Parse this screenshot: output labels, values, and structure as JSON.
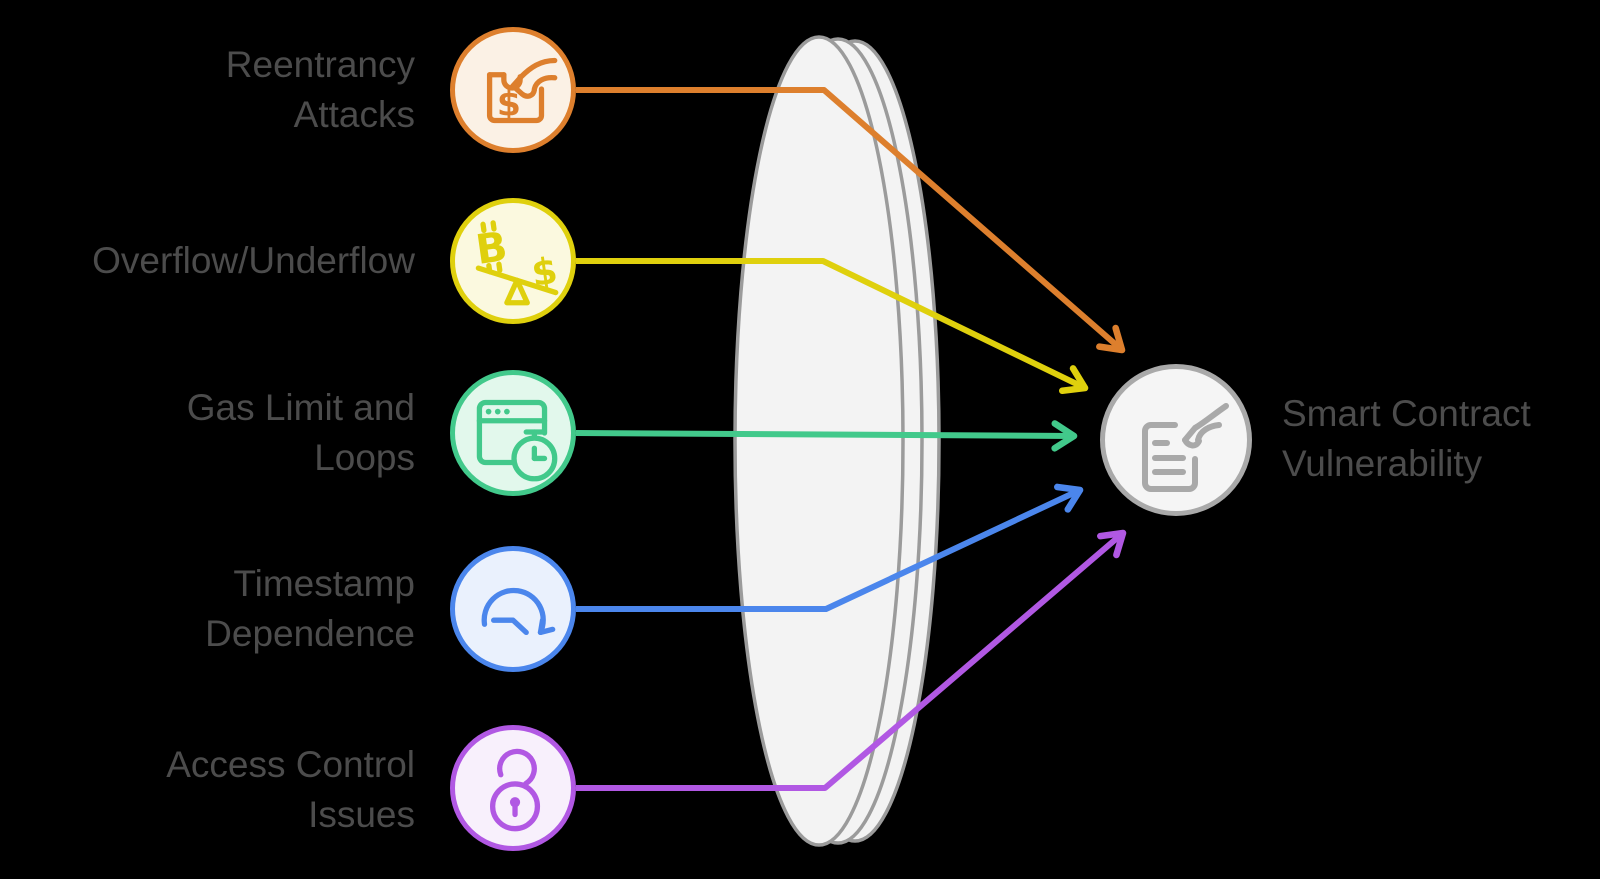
{
  "background": "#000000",
  "text_color": "#4C4C4C",
  "lens": {
    "name": "funnel-lens",
    "fill": "#F3F3F3",
    "stroke": "#9B9B9B"
  },
  "causes": [
    {
      "id": "reentrancy-attacks",
      "lines": [
        "Reentrancy",
        "Attacks"
      ],
      "icon": "wallet-hand-icon",
      "glyph": "$",
      "color": "#DD7F2D",
      "fill": "#FBF1E5"
    },
    {
      "id": "overflow-underflow",
      "lines": [
        "Overflow/Underflow"
      ],
      "icon": "seesaw-balance-icon",
      "glyphs": {
        "left": "B",
        "right": "$"
      },
      "color": "#DFD00D",
      "fill": "#FBF9DF"
    },
    {
      "id": "gas-limit-loops",
      "lines": [
        "Gas Limit and",
        "Loops"
      ],
      "icon": "browser-stopwatch-icon",
      "color": "#42C98B",
      "fill": "#E2F8EC"
    },
    {
      "id": "timestamp-dependence",
      "lines": [
        "Timestamp",
        "Dependence"
      ],
      "icon": "history-clock-icon",
      "color": "#4B86EC",
      "fill": "#EAF1FD"
    },
    {
      "id": "access-control-issues",
      "lines": [
        "Access Control",
        "Issues"
      ],
      "icon": "open-padlock-icon",
      "color": "#B158E3",
      "fill": "#F8F0FC"
    }
  ],
  "effect": {
    "id": "smart-contract-vulnerability",
    "lines": [
      "Smart Contract",
      "Vulnerability"
    ],
    "icon": "document-hand-icon",
    "color": "#A9A9A9",
    "fill": "#F5F5F5"
  }
}
